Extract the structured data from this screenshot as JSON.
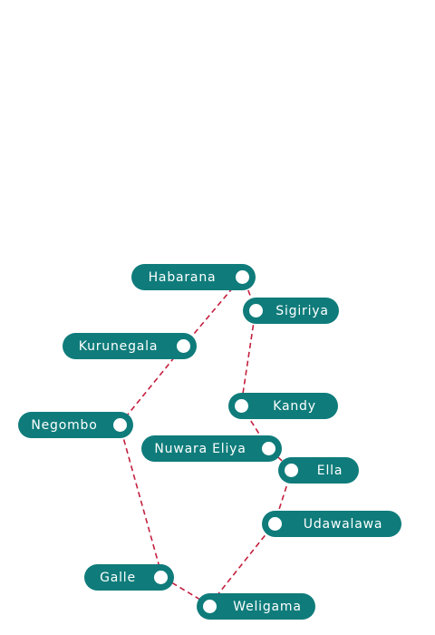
{
  "colors": {
    "pill": "#0f7c7b",
    "route": "#c41f3e"
  },
  "route_order": [
    "Negombo",
    "Kurunegala",
    "Habarana",
    "Sigiriya",
    "Kandy",
    "Nuwara Eliya",
    "Ella",
    "Udawalawa",
    "Weligama",
    "Galle",
    "Negombo"
  ],
  "stops": [
    {
      "id": "habarana",
      "name": "Habarana",
      "pin_icon": "location-dot-icon"
    },
    {
      "id": "sigiriya",
      "name": "Sigiriya",
      "pin_icon": "location-dot-icon"
    },
    {
      "id": "kurunegala",
      "name": "Kurunegala",
      "pin_icon": "location-dot-icon"
    },
    {
      "id": "kandy",
      "name": "Kandy",
      "pin_icon": "location-dot-icon"
    },
    {
      "id": "negombo",
      "name": "Negombo",
      "pin_icon": "location-dot-icon"
    },
    {
      "id": "nuwara-eliya",
      "name": "Nuwara Eliya",
      "pin_icon": "location-dot-icon"
    },
    {
      "id": "ella",
      "name": "Ella",
      "pin_icon": "location-dot-icon"
    },
    {
      "id": "udawalawa",
      "name": "Udawalawa",
      "pin_icon": "location-dot-icon"
    },
    {
      "id": "galle",
      "name": "Galle",
      "pin_icon": "location-dot-icon"
    },
    {
      "id": "weligama",
      "name": "Weligama",
      "pin_icon": "location-dot-icon"
    }
  ]
}
